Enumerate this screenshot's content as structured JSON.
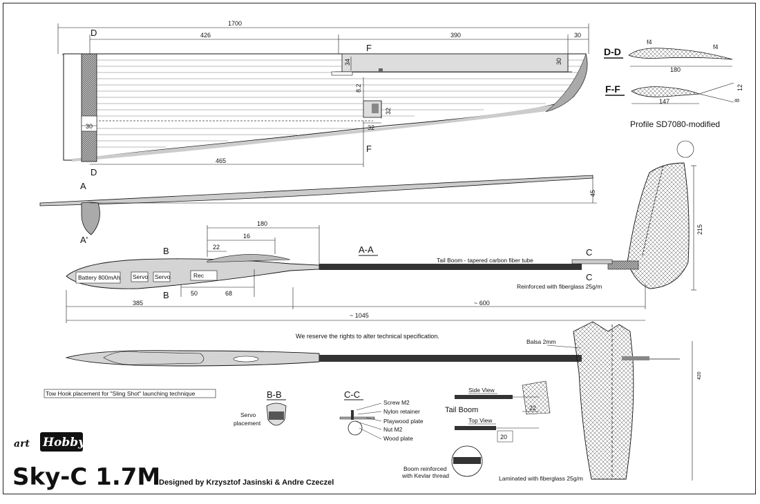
{
  "dims": {
    "span": "1700",
    "root_len": "426",
    "aileron_len": "390",
    "tip_len": "30",
    "aileron_chord": "34",
    "aileron_tip_chord": "30",
    "spoiler_v": "8.2",
    "servo_w": "32",
    "servo_h": "32",
    "ft_mark": "30",
    "te_len": "465",
    "dihedral": "45",
    "wing_root": "180",
    "nose_16": "16",
    "nose_22": "22",
    "fin_h": "215",
    "fus_50": "50",
    "fus_68": "68",
    "fus_385": "385",
    "boom_600": "~ 600",
    "total_1045": "~ 1045",
    "stab_420": "420",
    "dd_chord": "180",
    "dd_f4a": "f4",
    "dd_f4b": "f4",
    "ff_chord": "147",
    "ff_12": "12",
    "ff_8": "8",
    "boom_22": "22",
    "boom_20": "20"
  },
  "labels": {
    "D_top": "D",
    "D_bottom": "D",
    "F_top": "F",
    "F_bottom": "F",
    "A": "A",
    "A_prime": "A'",
    "B_top": "B",
    "B_bottom": "B",
    "C_top": "C",
    "C_bottom": "C",
    "sec_DD": "D-D",
    "sec_FF": "F-F",
    "sec_AA": "A-A",
    "sec_BB": "B-B",
    "sec_CC": "C-C",
    "profile": "Profile SD7080-modified",
    "battery": "Battery 800mAh",
    "servo1": "Servo",
    "servo2": "Servo",
    "rec": "Rec",
    "tail_boom": "Tail Boom - tapered carbon fiber tube",
    "reinforced": "Reinforced with fiberglass 25g/m",
    "reserve": "We reserve the rights to alter technical specification.",
    "balsa": "Balsa 2mm",
    "tow_hook": "Tow Hook placement for \"Sling Shot\" launching technique",
    "servo_place_1": "Servo",
    "servo_place_2": "placement",
    "screw": "Screw M2",
    "nylon": "Nylon retainer",
    "ply": "Playwood plate",
    "nut": "Nut M2",
    "wood": "Wood plate",
    "side_view": "Side View",
    "tail_boom_small": "Tail Boom",
    "top_view": "Top View",
    "boom_kevlar_1": "Boom reinforced",
    "boom_kevlar_2": "with Kevlar thread",
    "laminated": "Laminated with fiberglass 25g/m"
  },
  "brand": {
    "art": "art",
    "hobby": "Hobby"
  },
  "title": {
    "model": "Sky-C 1.7M",
    "designed": "Designed by Krzysztof Jasinski & Andre Czeczel"
  }
}
